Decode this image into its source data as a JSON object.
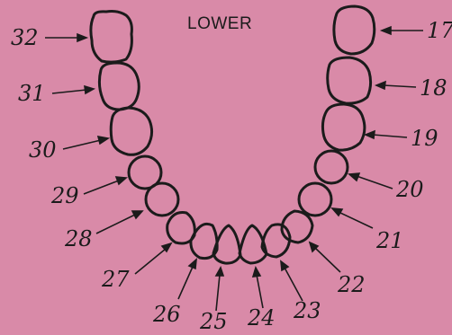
{
  "diagram": {
    "title": "LOWER",
    "tooth_numbers": [
      "32",
      "31",
      "30",
      "29",
      "28",
      "27",
      "26",
      "25",
      "24",
      "23",
      "22",
      "21",
      "20",
      "19",
      "18",
      "17"
    ]
  },
  "colors": {
    "background": "#d98aa8",
    "stroke": "#1b1b1b"
  }
}
